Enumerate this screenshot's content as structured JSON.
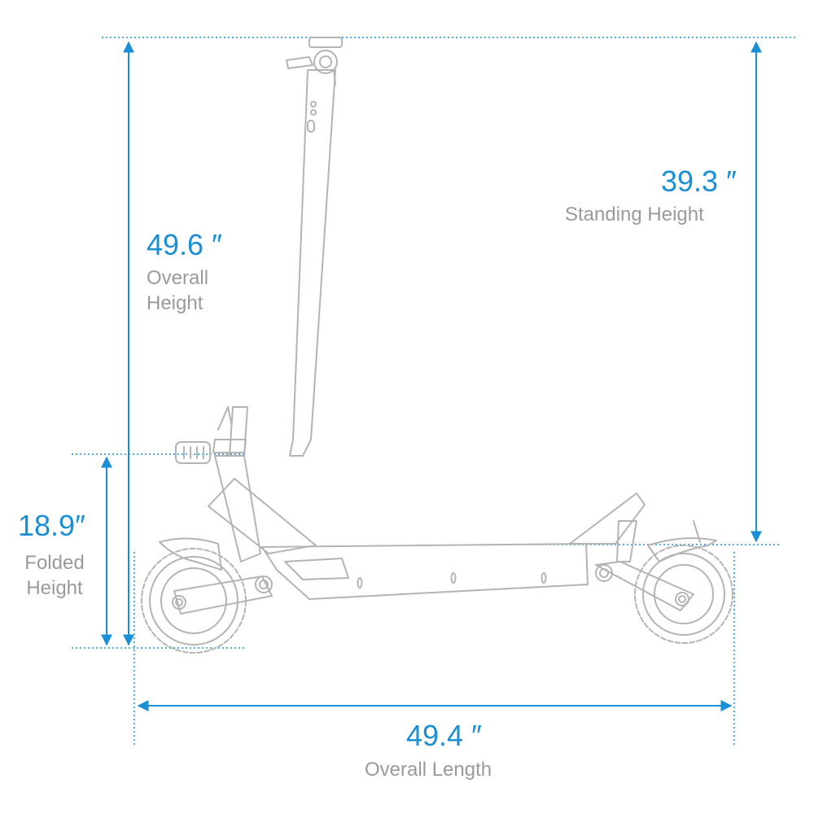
{
  "colors": {
    "accent": "#1a8fd6",
    "label": "#9a9a9a",
    "outline": "#b4b4b4"
  },
  "dimensions": {
    "overall_height": {
      "value": "49.6 ″",
      "label_line1": "Overall",
      "label_line2": "Height"
    },
    "standing_height": {
      "value": "39.3 ″",
      "label": "Standing Height"
    },
    "folded_height": {
      "value": "18.9″",
      "label_line1": "Folded",
      "label_line2": "Height"
    },
    "overall_length": {
      "value": "49.4 ″",
      "label": "Overall Length"
    }
  }
}
